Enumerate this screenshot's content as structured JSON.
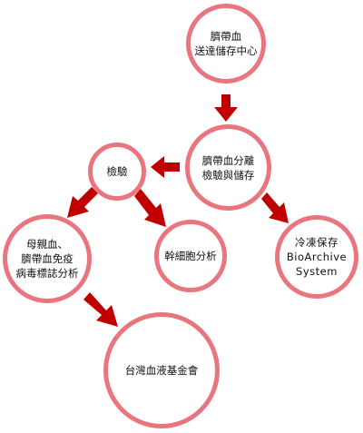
{
  "diagram": {
    "accent_color": "#e9767e",
    "arrow_color": "#c00000",
    "nodes": {
      "collect": {
        "lines": [
          "臍帶血",
          "送達儲存中心"
        ]
      },
      "separate": {
        "lines": [
          "臍帶血分離",
          "檢驗與儲存"
        ]
      },
      "test": {
        "lines": [
          "檢驗"
        ]
      },
      "markers": {
        "lines": [
          "母親血、",
          "臍帶血免疫",
          "病毒標誌分析"
        ]
      },
      "stemcell": {
        "lines": [
          "幹細胞分析"
        ]
      },
      "frozen": {
        "lines": [
          "冷凍保存",
          "BioArchive",
          "System"
        ]
      },
      "foundation": {
        "lines": [
          "台灣血液基金會"
        ]
      }
    },
    "arrows": [
      {
        "from": "collect",
        "to": "separate",
        "icon": "arrow-down-icon"
      },
      {
        "from": "separate",
        "to": "test",
        "icon": "arrow-left-icon"
      },
      {
        "from": "separate",
        "to": "frozen",
        "icon": "arrow-down-right-icon"
      },
      {
        "from": "test",
        "to": "markers",
        "icon": "arrow-down-left-icon"
      },
      {
        "from": "test",
        "to": "stemcell",
        "icon": "arrow-down-right-icon"
      },
      {
        "from": "markers",
        "to": "foundation",
        "icon": "arrow-down-right-icon"
      }
    ]
  }
}
